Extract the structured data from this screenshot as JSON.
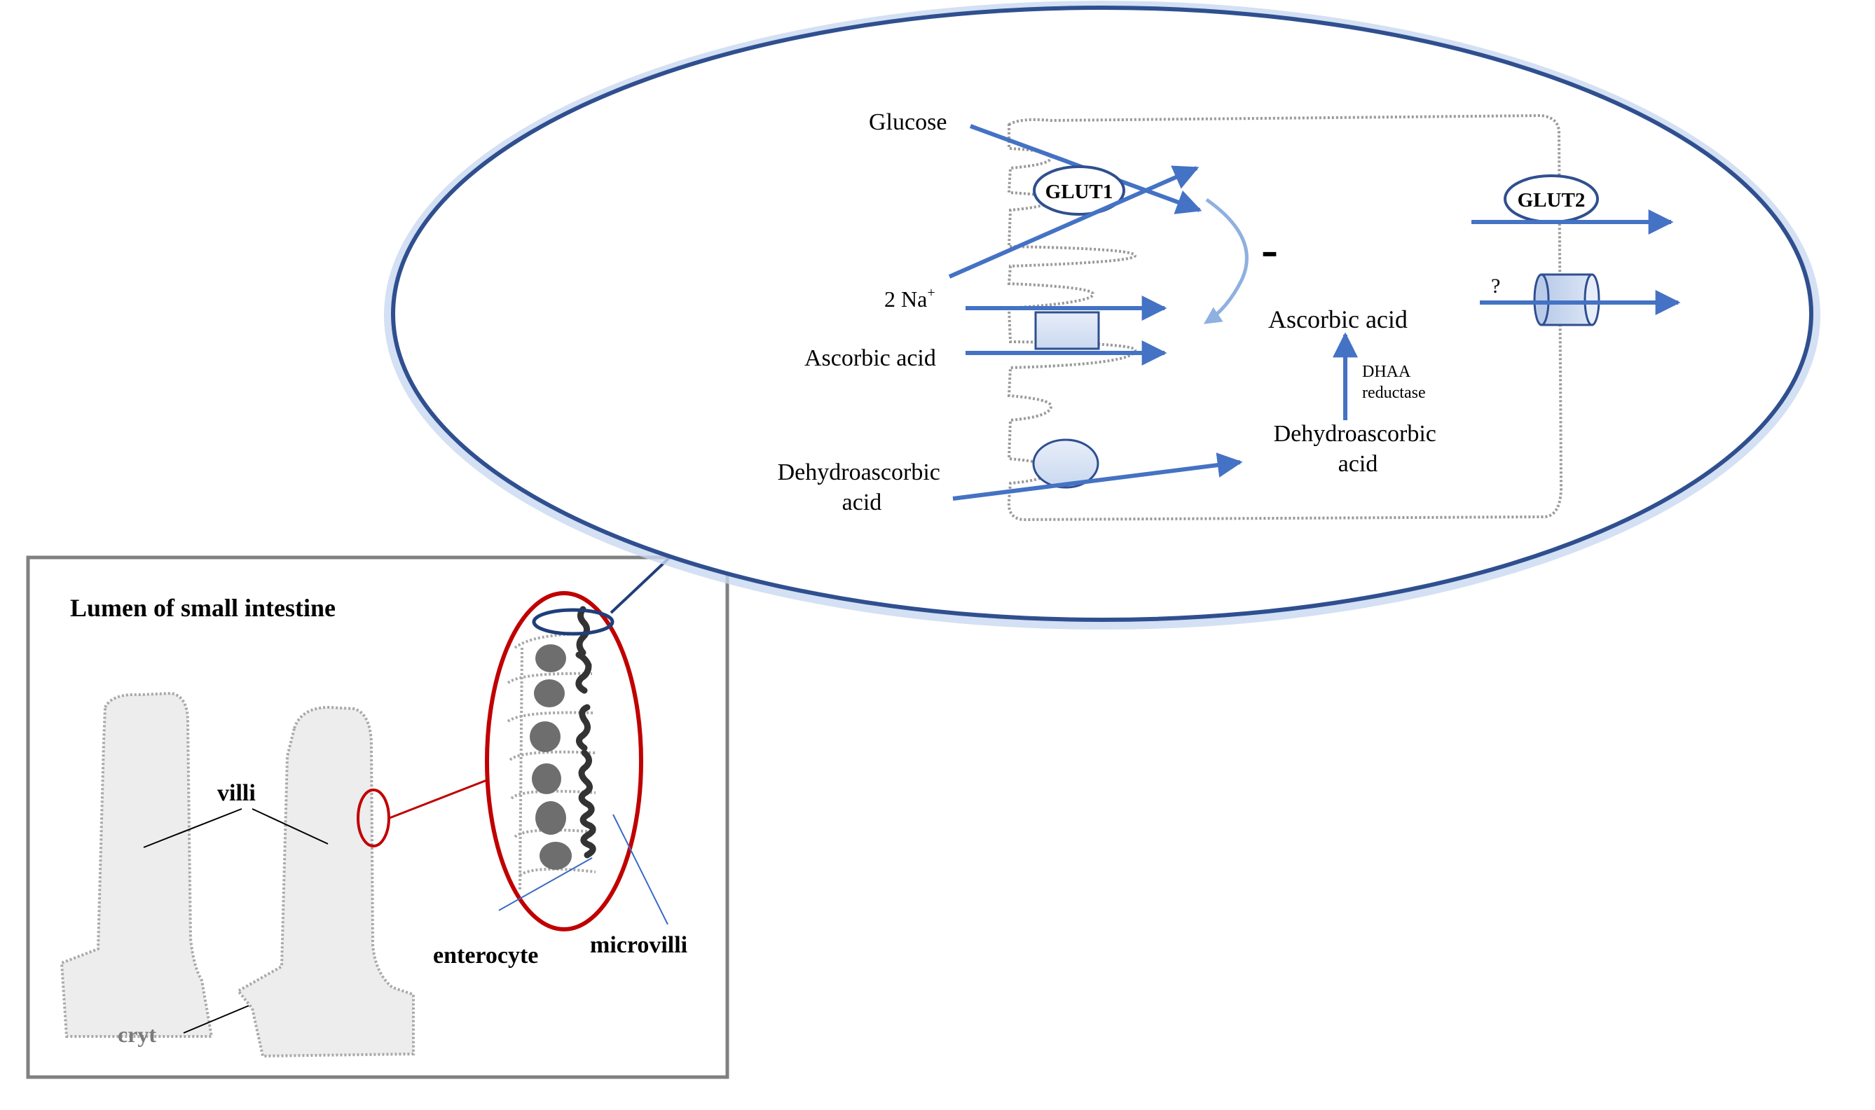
{
  "inset": {
    "title": "Lumen of small intestine",
    "villi_label": "villi",
    "crypt_label": "cryt",
    "enterocyte_label": "enterocyte",
    "microvilli_label": "microvilli"
  },
  "zoom": {
    "glucose": "Glucose",
    "glut1": "GLUT1",
    "sodium": "2 Na",
    "sodium_charge": "+",
    "ascorbic_acid_in": "Ascorbic acid",
    "dehydroascorbic_in": [
      "Dehydroascorbic",
      "acid"
    ],
    "inhibition_sign": "-",
    "ascorbic_acid_cell": "Ascorbic acid",
    "enzyme": [
      "DHAA",
      "reductase"
    ],
    "dehydroascorbic_cell": [
      "Dehydroascorbic",
      "acid"
    ],
    "glut2": "GLUT2",
    "unknown_transporter": "?"
  },
  "colors": {
    "arrow_blue": "#4472c4",
    "outline_navy": "#2f4f8f",
    "zoom_red": "#c00000",
    "membrane_gray": "#9a9a9a",
    "villi_fill": "#ededed",
    "nucleus_gray": "#6e6e6e",
    "frame_gray": "#808080"
  }
}
